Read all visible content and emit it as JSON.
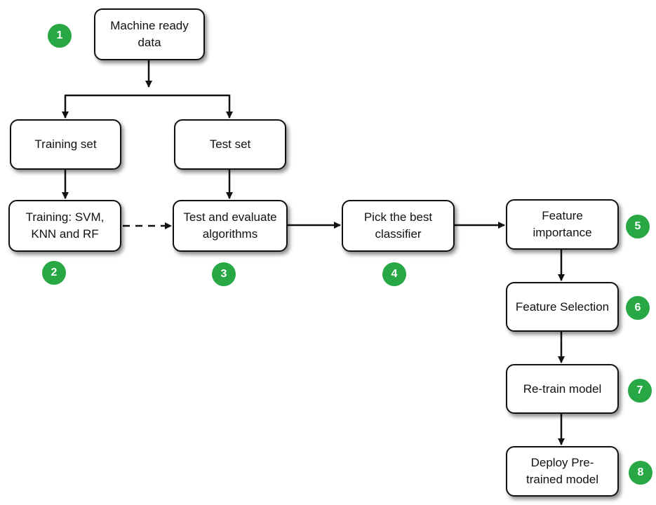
{
  "colors": {
    "badge": "#27a844",
    "stroke": "#111111",
    "box_fill": "#ffffff"
  },
  "nodes": {
    "machine_ready": "Machine ready data",
    "training_set": "Training set",
    "test_set": "Test set",
    "training_models": "Training: SVM, KNN and RF",
    "test_evaluate": "Test and evaluate algorithms",
    "pick_best": "Pick the best classifier",
    "feature_importance": "Feature importance",
    "feature_selection": "Feature Selection",
    "retrain": "Re-train model",
    "deploy": "Deploy Pre-trained model"
  },
  "badges": {
    "b1": "1",
    "b2": "2",
    "b3": "3",
    "b4": "4",
    "b5": "5",
    "b6": "6",
    "b7": "7",
    "b8": "8"
  }
}
